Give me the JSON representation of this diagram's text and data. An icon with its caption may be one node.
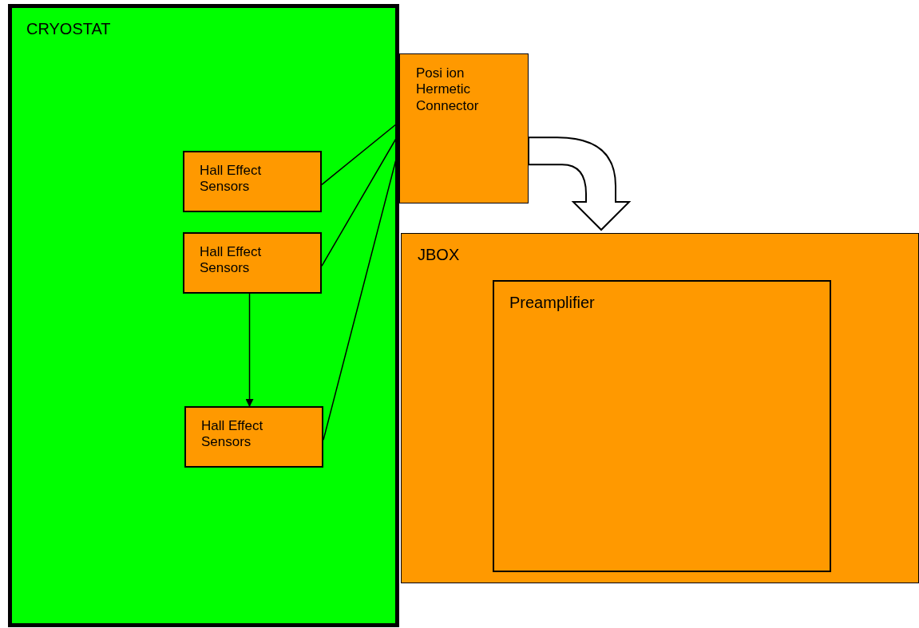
{
  "diagram": {
    "nodes": [
      {
        "text": [
          "CRYOSTAT"
        ]
      },
      {
        "text": [
          "Hall Effect Sensors"
        ],
        "in": 0
      },
      {
        "text": [
          "Hall Effect Sensors"
        ],
        "in": 0
      },
      {
        "text": [
          "Hall Effect Sensors"
        ],
        "in": 0
      },
      {
        "text": [
          "Posi ion Hermetic Connector"
        ]
      },
      {
        "text": [
          "JBOX"
        ]
      },
      {
        "text": [
          "Preamplifier"
        ],
        "in": 5
      }
    ],
    "edges": [
      {
        "from": 1,
        "to": 4,
        "arrow": "none"
      },
      {
        "from": 2,
        "to": 4,
        "arrow": "none"
      },
      {
        "from": 3,
        "to": 4,
        "arrow": "none"
      },
      {
        "from": 2,
        "to": 3,
        "arrow": "to"
      },
      {
        "from": 4,
        "to": 5,
        "arrow": "to",
        "style": "thick"
      }
    ]
  }
}
